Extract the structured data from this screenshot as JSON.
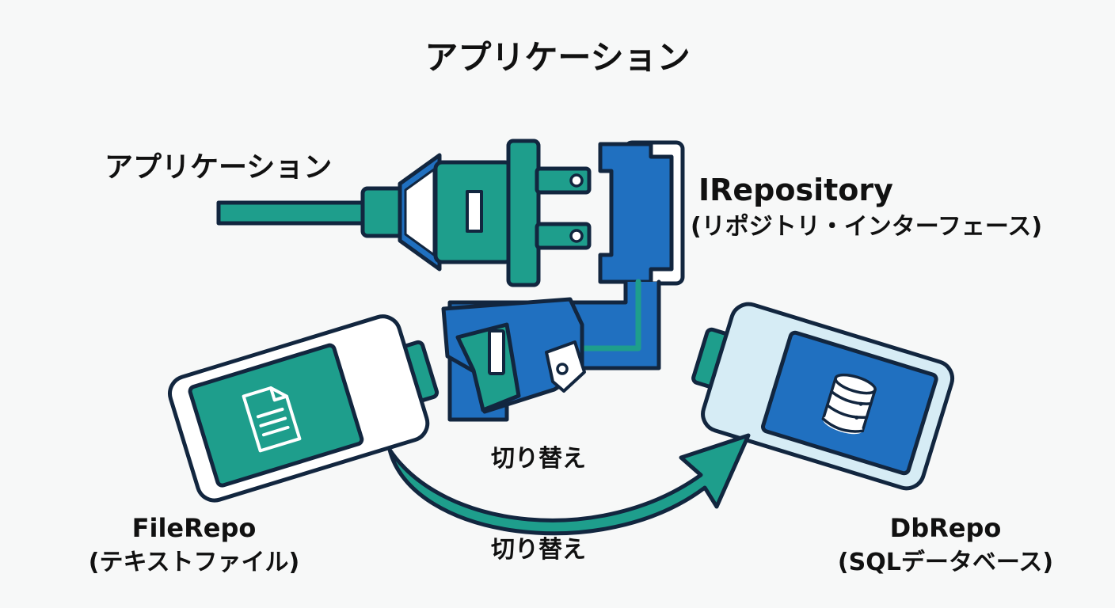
{
  "title": "アプリケーション",
  "application_label": "アプリケーション",
  "interface": {
    "name": "IRepository",
    "subtitle": "(リポジトリ・インターフェース)"
  },
  "file_repo": {
    "name": "FileRepo",
    "subtitle": "(テキストファイル)"
  },
  "db_repo": {
    "name": "DbRepo",
    "subtitle": "(SQLデータベース)"
  },
  "switch_label_upper": "切り替え",
  "switch_label_lower": "切り替え",
  "icons": {
    "file_repo": "document-icon",
    "db_repo": "database-icon",
    "plug": "plug-icon",
    "socket": "socket-icon",
    "arrow": "curved-arrow-icon"
  },
  "colors": {
    "outline": "#12263f",
    "teal": "#1e9e8c",
    "blue": "#2070c0",
    "light_blue": "#d6ecf5",
    "white": "#ffffff"
  }
}
